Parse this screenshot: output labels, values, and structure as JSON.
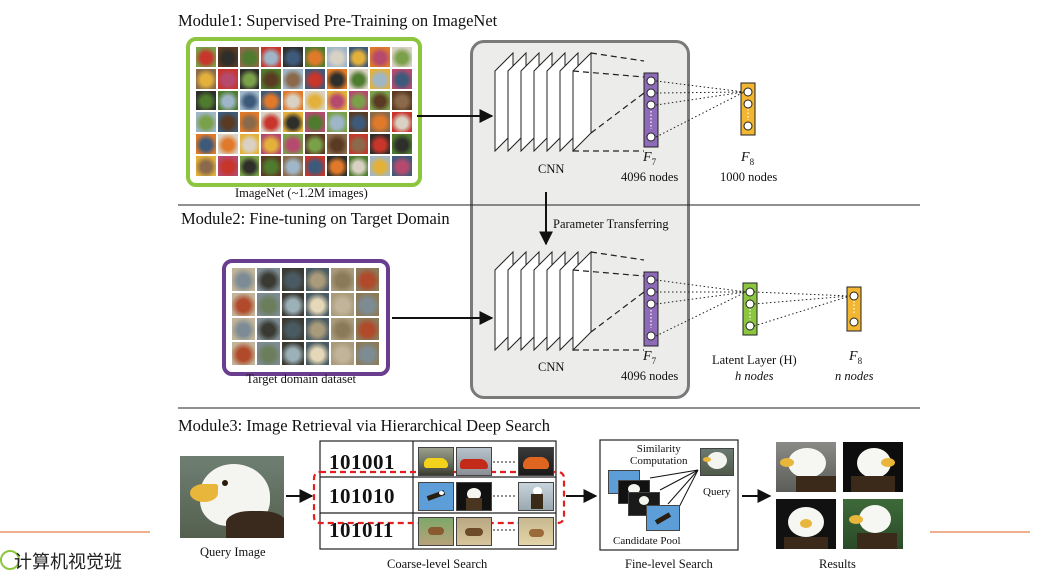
{
  "module1": {
    "title": "Module1: Supervised Pre-Training on ImageNet",
    "dataset_label": "ImageNet (~1.2M images)",
    "cnn_label": "CNN",
    "f7_name": "F",
    "f7_sub": "7",
    "f7_nodes": "4096 nodes",
    "f8_name": "F",
    "f8_sub": "8",
    "f8_nodes": "1000 nodes"
  },
  "transfer_label": "Parameter Transferring",
  "module2": {
    "title": "Module2: Fine-tuning on Target Domain",
    "dataset_label": "Target domain dataset",
    "cnn_label": "CNN",
    "f7_name": "F",
    "f7_sub": "7",
    "f7_nodes": "4096 nodes",
    "latent_label": "Latent Layer (H)",
    "latent_nodes": "h nodes",
    "f8_name": "F",
    "f8_sub": "8",
    "f8_nodes": "n nodes"
  },
  "module3": {
    "title": "Module3: Image Retrieval via Hierarchical Deep Search",
    "query_label": "Query Image",
    "codes": [
      "101001",
      "101010",
      "101011"
    ],
    "coarse_label": "Coarse-level Search",
    "similarity_label": "Similarity\nComputation",
    "query_small_label": "Query",
    "candidate_label": "Candidate Pool",
    "fine_label": "Fine-level Search",
    "results_label": "Results"
  },
  "watermark": "计算机视觉班",
  "colors": {
    "imagenet_border": "#8cc63f",
    "target_border": "#6a3d8f",
    "f7_fill": "#8e6bb8",
    "f8_fill": "#f2b630",
    "latent_fill": "#8cc63f",
    "panel_fill": "#ececea",
    "panel_border": "#7a7a7a",
    "dash_red": "#e02020",
    "accent_line": "#e8804a"
  }
}
